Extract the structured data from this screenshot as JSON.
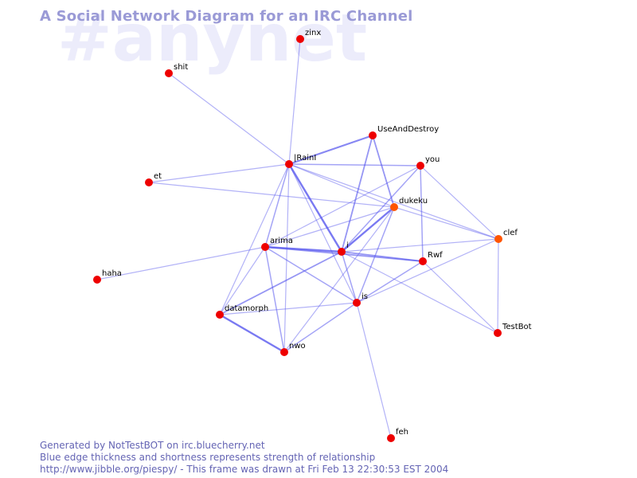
{
  "watermark": "#anynet",
  "title": "A Social Network Diagram for an IRC Channel",
  "footer": {
    "line1": "Generated by NotTestBOT on irc.bluecherry.net",
    "line2": "Blue edge thickness and shortness represents strength of relationship",
    "line3": "http://www.jibble.org/piespy/ - This frame was drawn at Fri Feb 13 22:30:53 EST 2004"
  },
  "colors": {
    "node_default": "#ee0000",
    "node_active": "#ff5500",
    "edge": "#5555ee",
    "title": "#9a9ad6",
    "footer": "#6464b4",
    "watermark": "#ececfb"
  },
  "nodes": [
    {
      "id": "zinx",
      "label": "zinx",
      "state": "default"
    },
    {
      "id": "shit",
      "label": "shit",
      "state": "default"
    },
    {
      "id": "UseAndDestroy",
      "label": "UseAndDestroy",
      "state": "default"
    },
    {
      "id": "IRainI",
      "label": "|RainI",
      "state": "default"
    },
    {
      "id": "you",
      "label": "you",
      "state": "default"
    },
    {
      "id": "et",
      "label": "et",
      "state": "default"
    },
    {
      "id": "dukeku",
      "label": "dukeku",
      "state": "active"
    },
    {
      "id": "clef",
      "label": "clef",
      "state": "active"
    },
    {
      "id": "arima",
      "label": "arima",
      "state": "default"
    },
    {
      "id": "i",
      "label": "i",
      "state": "default"
    },
    {
      "id": "Rwf",
      "label": "Rwf",
      "state": "default"
    },
    {
      "id": "haha",
      "label": "haha",
      "state": "default"
    },
    {
      "id": "is",
      "label": "is",
      "state": "default"
    },
    {
      "id": "datamorph",
      "label": "datamorph",
      "state": "default"
    },
    {
      "id": "TestBot",
      "label": "TestBot",
      "state": "default"
    },
    {
      "id": "nwo",
      "label": "nwo",
      "state": "default"
    },
    {
      "id": "feh",
      "label": "feh",
      "state": "default"
    }
  ],
  "edges": [
    {
      "a": "zinx",
      "b": "IRainI",
      "weight": 1
    },
    {
      "a": "shit",
      "b": "IRainI",
      "weight": 1
    },
    {
      "a": "et",
      "b": "IRainI",
      "weight": 1
    },
    {
      "a": "et",
      "b": "dukeku",
      "weight": 1
    },
    {
      "a": "IRainI",
      "b": "UseAndDestroy",
      "weight": 2.5
    },
    {
      "a": "IRainI",
      "b": "you",
      "weight": 1.5
    },
    {
      "a": "IRainI",
      "b": "i",
      "weight": 3
    },
    {
      "a": "IRainI",
      "b": "arima",
      "weight": 1.5
    },
    {
      "a": "IRainI",
      "b": "dukeku",
      "weight": 1
    },
    {
      "a": "IRainI",
      "b": "is",
      "weight": 1
    },
    {
      "a": "IRainI",
      "b": "clef",
      "weight": 1
    },
    {
      "a": "IRainI",
      "b": "nwo",
      "weight": 1
    },
    {
      "a": "IRainI",
      "b": "datamorph",
      "weight": 1
    },
    {
      "a": "UseAndDestroy",
      "b": "dukeku",
      "weight": 2
    },
    {
      "a": "UseAndDestroy",
      "b": "i",
      "weight": 2
    },
    {
      "a": "you",
      "b": "Rwf",
      "weight": 1.5
    },
    {
      "a": "you",
      "b": "i",
      "weight": 1.5
    },
    {
      "a": "you",
      "b": "arima",
      "weight": 1
    },
    {
      "a": "you",
      "b": "clef",
      "weight": 1
    },
    {
      "a": "dukeku",
      "b": "i",
      "weight": 3
    },
    {
      "a": "dukeku",
      "b": "clef",
      "weight": 1
    },
    {
      "a": "dukeku",
      "b": "is",
      "weight": 1.5
    },
    {
      "a": "dukeku",
      "b": "nwo",
      "weight": 1
    },
    {
      "a": "dukeku",
      "b": "arima",
      "weight": 1
    },
    {
      "a": "arima",
      "b": "i",
      "weight": 3
    },
    {
      "a": "arima",
      "b": "Rwf",
      "weight": 2
    },
    {
      "a": "arima",
      "b": "haha",
      "weight": 1
    },
    {
      "a": "arima",
      "b": "is",
      "weight": 1.5
    },
    {
      "a": "arima",
      "b": "nwo",
      "weight": 1.5
    },
    {
      "a": "arima",
      "b": "datamorph",
      "weight": 1
    },
    {
      "a": "i",
      "b": "Rwf",
      "weight": 2
    },
    {
      "a": "i",
      "b": "clef",
      "weight": 1
    },
    {
      "a": "i",
      "b": "datamorph",
      "weight": 2
    },
    {
      "a": "i",
      "b": "TestBot",
      "weight": 1
    },
    {
      "a": "i",
      "b": "is",
      "weight": 1.5
    },
    {
      "a": "Rwf",
      "b": "is",
      "weight": 1.5
    },
    {
      "a": "Rwf",
      "b": "TestBot",
      "weight": 1
    },
    {
      "a": "clef",
      "b": "is",
      "weight": 1
    },
    {
      "a": "clef",
      "b": "TestBot",
      "weight": 1
    },
    {
      "a": "is",
      "b": "datamorph",
      "weight": 1
    },
    {
      "a": "is",
      "b": "nwo",
      "weight": 1.5
    },
    {
      "a": "is",
      "b": "feh",
      "weight": 1
    },
    {
      "a": "datamorph",
      "b": "nwo",
      "weight": 3
    }
  ]
}
